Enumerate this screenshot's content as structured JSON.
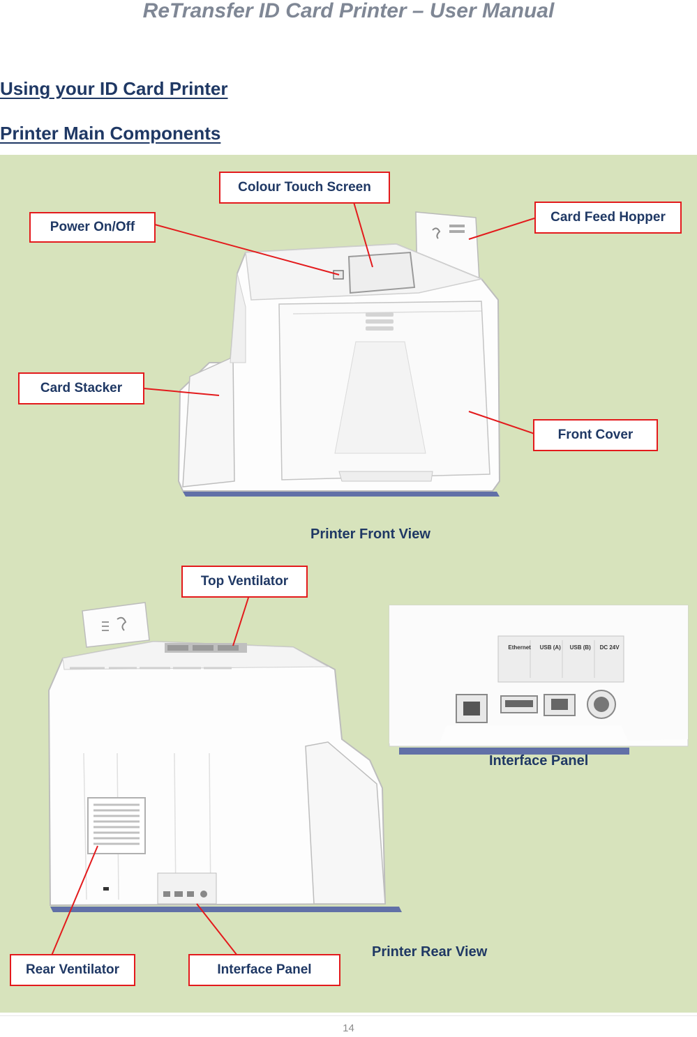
{
  "header": {
    "title": "ReTransfer ID Card Printer – User Manual"
  },
  "headings": {
    "section": "Using your ID Card Printer",
    "subsection": "Printer Main Components"
  },
  "front_view": {
    "caption": "Printer Front View",
    "labels": {
      "touch_screen": "Colour Touch Screen",
      "power": "Power On/Off",
      "feed_hopper": "Card Feed Hopper",
      "stacker": "Card Stacker",
      "front_cover": "Front Cover"
    }
  },
  "rear_view": {
    "caption": "Printer Rear View",
    "labels": {
      "top_ventilator": "Top Ventilator",
      "rear_ventilator": "Rear Ventilator",
      "interface_panel": "Interface Panel"
    }
  },
  "interface_detail": {
    "caption": "Interface Panel",
    "ports": [
      "Ethernet",
      "USB (A)",
      "USB (B)",
      "DC 24V"
    ]
  },
  "footer": {
    "page_number": "14"
  },
  "colors": {
    "callout_border": "#e31a1c",
    "panel_bg": "#d7e3bc",
    "heading": "#1f3864"
  }
}
